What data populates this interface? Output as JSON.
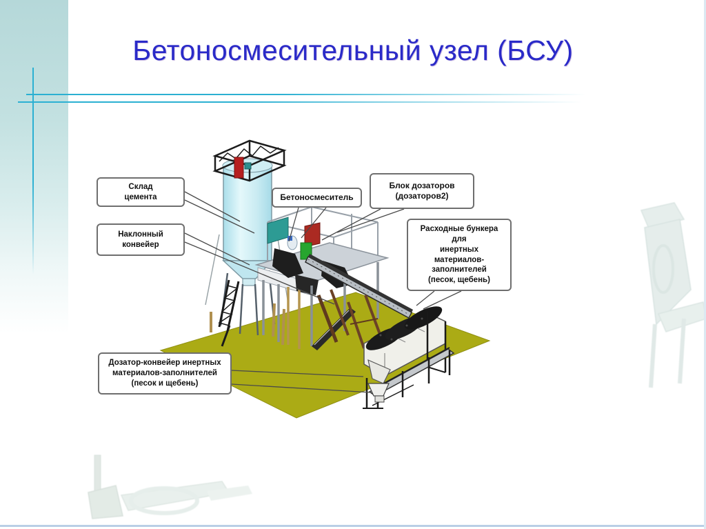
{
  "slide": {
    "title": "Бетоносмесительный узел (БСУ)"
  },
  "callouts": {
    "cement_storage": {
      "label": "Склад\nцемента"
    },
    "inclined_conveyor": {
      "label": "Наклонный\nконвейер"
    },
    "concrete_mixer": {
      "label": "Бетоносмеситель"
    },
    "dosing_block": {
      "label": "Блок дозаторов\n(дозаторов2)"
    },
    "supply_hoppers": {
      "label": "Расходные бункера\nдля\nинертных\nматериалов-\nзаполнителей\n(песок, щебень)"
    },
    "dosing_conveyor": {
      "label": "Дозатор-конвейер инертных\nматериалов-заполнителей\n(песок и щебень)"
    }
  },
  "colors": {
    "title": "#2a2ac8",
    "accent_line": "#2bb0d2",
    "left_band": "#b5d8d9",
    "ground": "#abab15",
    "silo_body": "#c9ebf2",
    "mixer_red": "#ab2a22",
    "mixer_green": "#27a52f",
    "panel_teal": "#2d9b94",
    "callout_border": "#6e6e6e",
    "slide_edge": "#b9cfe6"
  }
}
